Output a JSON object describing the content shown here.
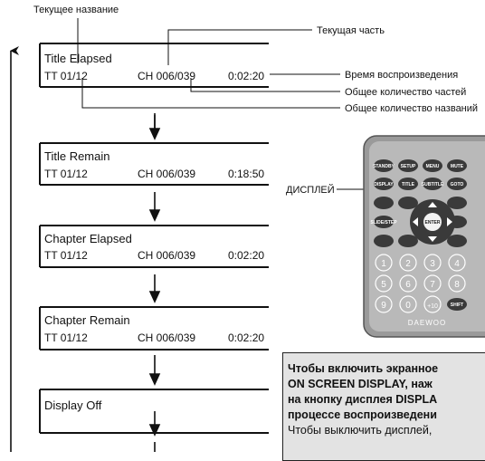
{
  "annotations": {
    "current_title": "Текущее название",
    "current_chapter": "Текущая часть",
    "playback_time": "Время воспроизведения",
    "total_chapters": "Общее количество частей",
    "total_titles": "Общее количество названий",
    "display_button": "ДИСПЛЕЙ"
  },
  "modes": [
    {
      "title": "Title Elapsed",
      "tt": "TT 01/12",
      "ch": "CH 006/039",
      "time": "0:02:20"
    },
    {
      "title": "Title Remain",
      "tt": "TT 01/12",
      "ch": "CH 006/039",
      "time": "0:18:50"
    },
    {
      "title": "Chapter Elapsed",
      "tt": "TT 01/12",
      "ch": "CH 006/039",
      "time": "0:02:20"
    },
    {
      "title": "Chapter Remain",
      "tt": "TT 01/12",
      "ch": "CH 006/039",
      "time": "0:02:20"
    },
    {
      "title": "Display Off"
    }
  ],
  "remote": {
    "row1": [
      "STANDBY",
      "SETUP",
      "MENU",
      "MUTE"
    ],
    "row2": [
      "DISPLAY",
      "TITLE",
      "SUBTITLE",
      "GOTO"
    ],
    "enter": "ENTER",
    "row4_left": "SLIDE/STEP",
    "numbers": [
      "1",
      "2",
      "3",
      "4",
      "5",
      "6",
      "7",
      "8",
      "9",
      "0",
      "+10"
    ],
    "shift": "SHIFT",
    "brand": "DAEWOO"
  },
  "note": {
    "line1": "Чтобы включить экранное",
    "line2": "ON SCREEN DISPLAY, наж",
    "line3": "на кнопку дисплея DISPLA",
    "line4": "процессе воспроизведени",
    "line5": "Чтобы выключить дисплей,"
  }
}
